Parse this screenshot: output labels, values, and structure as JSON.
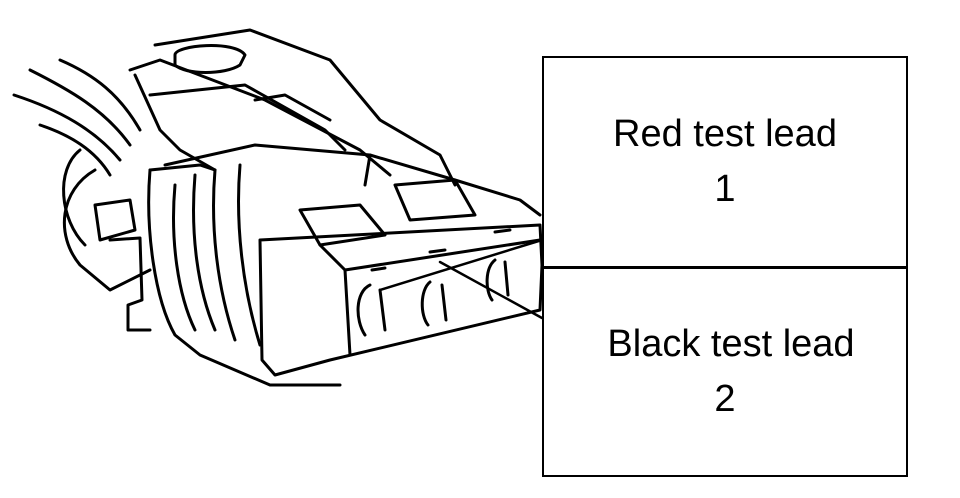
{
  "labels": {
    "red": {
      "title": "Red test lead",
      "number": "1"
    },
    "black": {
      "title": "Black test lead",
      "number": "2"
    }
  },
  "colors": {
    "line": "#000000",
    "background": "#ffffff"
  },
  "illustration": "electrical-connector"
}
